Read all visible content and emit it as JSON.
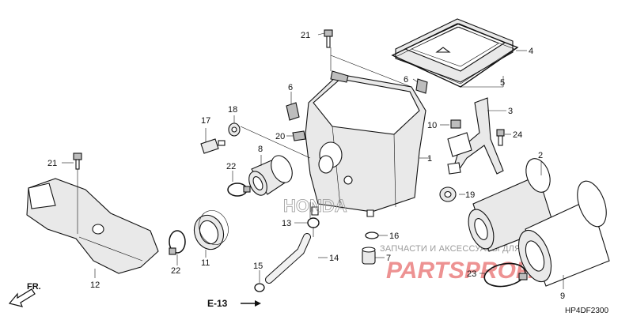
{
  "diagram": {
    "code": "HP4DF2300",
    "section_ref": "E-13",
    "direction_label": "FR.",
    "watermark_text": "ЗАПЧАСТИ И АКСЕССУАРЫ ДЛЯ МОТОТЕХНИКИ",
    "watermark_logo": "PARTSPROF.RU",
    "part_labels": [
      {
        "id": "p1",
        "text": "1"
      },
      {
        "id": "p2",
        "text": "2"
      },
      {
        "id": "p3",
        "text": "3"
      },
      {
        "id": "p4",
        "text": "4"
      },
      {
        "id": "p5",
        "text": "5"
      },
      {
        "id": "p6a",
        "text": "6"
      },
      {
        "id": "p6b",
        "text": "6"
      },
      {
        "id": "p7",
        "text": "7"
      },
      {
        "id": "p8",
        "text": "8"
      },
      {
        "id": "p9",
        "text": "9"
      },
      {
        "id": "p10",
        "text": "10"
      },
      {
        "id": "p11",
        "text": "11"
      },
      {
        "id": "p12",
        "text": "12"
      },
      {
        "id": "p13",
        "text": "13"
      },
      {
        "id": "p14",
        "text": "14"
      },
      {
        "id": "p15",
        "text": "15"
      },
      {
        "id": "p16",
        "text": "16"
      },
      {
        "id": "p17",
        "text": "17"
      },
      {
        "id": "p18",
        "text": "18"
      },
      {
        "id": "p19",
        "text": "19"
      },
      {
        "id": "p20",
        "text": "20"
      },
      {
        "id": "p21a",
        "text": "21"
      },
      {
        "id": "p21b",
        "text": "21"
      },
      {
        "id": "p22a",
        "text": "22"
      },
      {
        "id": "p22b",
        "text": "22"
      },
      {
        "id": "p23",
        "text": "23"
      },
      {
        "id": "p24",
        "text": "24"
      }
    ]
  }
}
